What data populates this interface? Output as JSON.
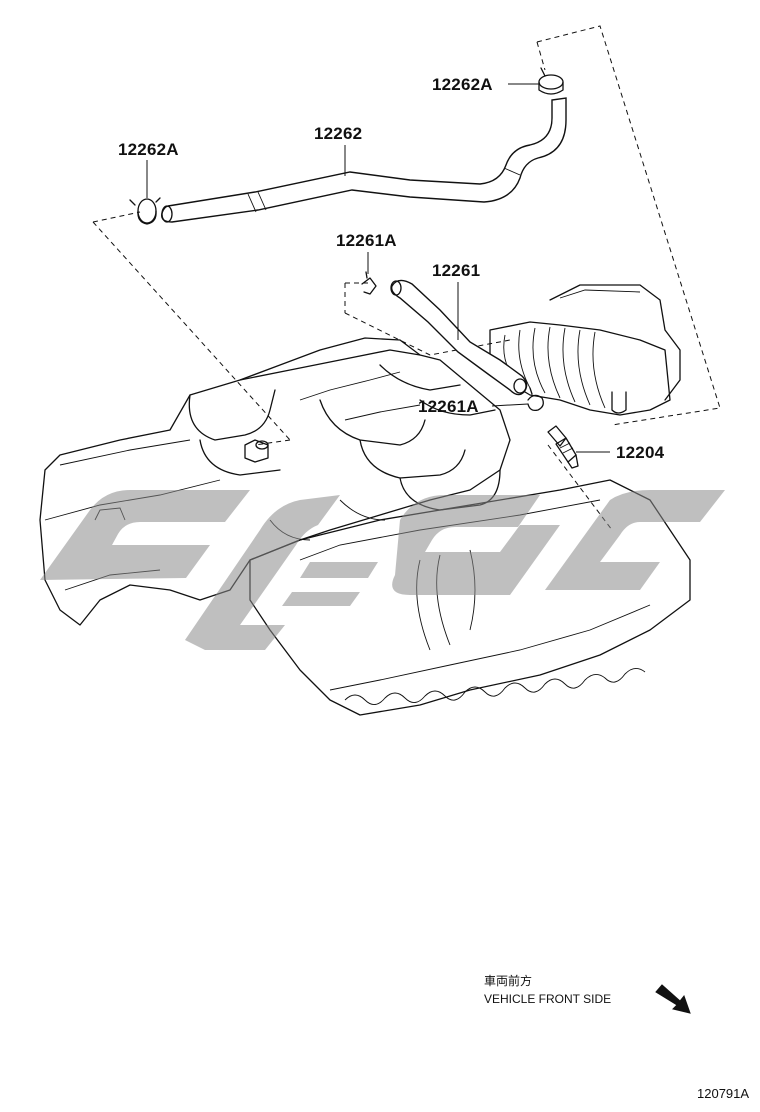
{
  "labels": {
    "clip_top": "12262A",
    "clip_left": "12262A",
    "hose_ventilation_2": "12262",
    "clip_mid": "12261A",
    "hose_ventilation_1": "12261",
    "clip_lower": "12261A",
    "pcv_valve": "12204"
  },
  "direction": {
    "jp": "車両前方",
    "en": "VEHICLE FRONT SIDE"
  },
  "figure_id": "120791A"
}
